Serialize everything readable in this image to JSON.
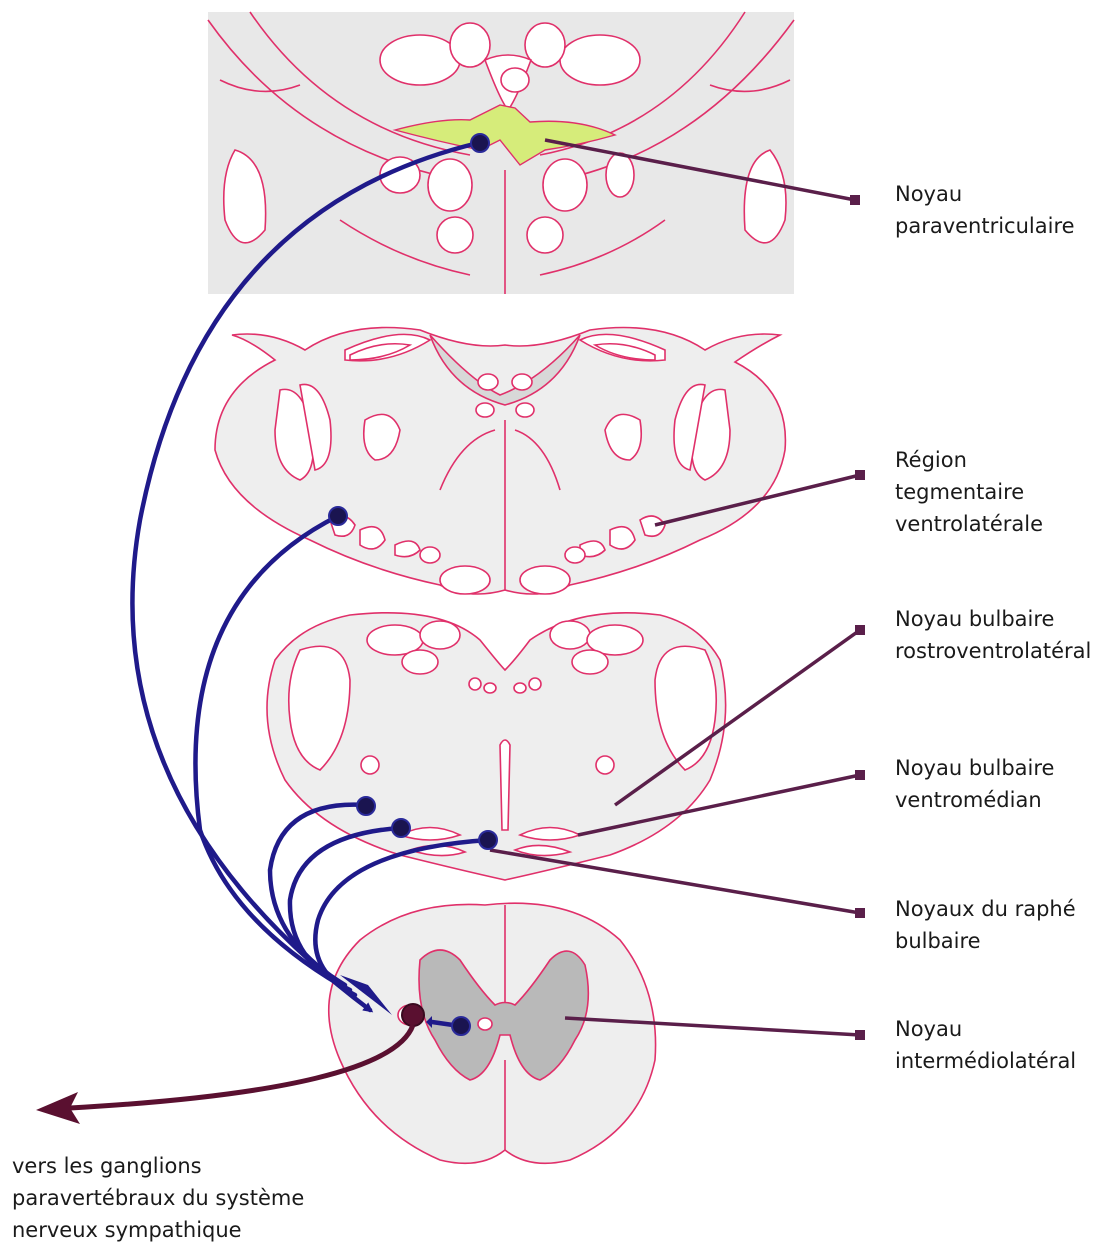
{
  "labels": {
    "paraventricular": [
      "Noyau",
      "paraventriculaire"
    ],
    "tegmental": [
      "Région",
      "tegmentaire",
      "ventrolatérale"
    ],
    "rostroventrolateral": [
      "Noyau bulbaire",
      "rostroventrolatéral"
    ],
    "ventromedian": [
      "Noyau bulbaire",
      "ventromédian"
    ],
    "raphe": [
      "Noyaux du raphé",
      "bulbaire"
    ],
    "intermediolateral": [
      "Noyau",
      "intermédiolatéral"
    ],
    "ganglia": [
      "vers les ganglions",
      "paravertébraux du système",
      "nerveux sympathique"
    ]
  },
  "colors": {
    "outline": "#e0306a",
    "pathway": "#1f1a8a",
    "leader": "#5a1f4a",
    "nucleus_highlight": "#d6ec7a"
  }
}
